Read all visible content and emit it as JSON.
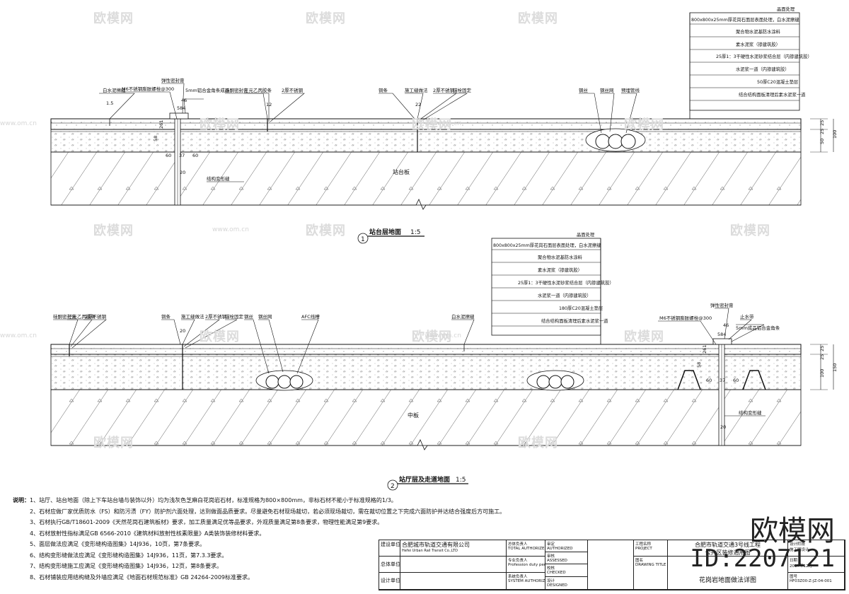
{
  "watermark": {
    "text": "欧模网",
    "site": "www.om.cn"
  },
  "brand": {
    "name": "欧模网",
    "id": "ID:2207121"
  },
  "section1": {
    "title_num": "1",
    "title": "站台层地面",
    "scale": "1:5",
    "slab_label": "站台板",
    "leader_labels": {
      "stone_edge": "白水泥擦缝",
      "expansion_screw": "M6不锈钢膨胀螺栓@300",
      "elastic_sealant": "弹性密封膏",
      "al_strip": "5mm铝合金角条成品",
      "slot_filler": "硅酮密封膏",
      "eva_board": "三元乙丙胶条",
      "ss2": "2厚不锈钢",
      "brass_strip": "铜条",
      "strip_joint": "施工缝做法",
      "ss2b": "2厚不锈钢",
      "plate": "锚栓固定",
      "rebar": "钢丝",
      "mesh": "钢丝网",
      "pipe": "预埋管线",
      "struct_joint": "结构变形缝"
    },
    "dims": {
      "slope": "1.5",
      "d46": "46",
      "d584": "584",
      "d58": "58",
      "d261": "261",
      "d22": "22",
      "d60a": "60",
      "d37": "37",
      "d60b": "60",
      "d20": "20",
      "d12": "12",
      "d25a": "25",
      "d25b": "25",
      "d100": "100",
      "d50": "50"
    },
    "legend": [
      "晶面处理",
      "800x800x25mm厚花岗石面层表面处理，白水泥擦缝",
      "聚合物水泥基防水涂料",
      "素水泥浆（掺建筑胶）",
      "25厚1：3干硬性水泥砂浆结合层（内掺建筑胶）",
      "水泥浆一道（内掺建筑胶）",
      "50厚C20混凝土垫层",
      "结合结构面板清理后素水泥浆一道"
    ]
  },
  "section2": {
    "title_num": "2",
    "title": "站厅层及走道地面",
    "scale": "1:5",
    "slab_label": "中板",
    "leader_labels": {
      "slot_filler": "硅酮密封膏",
      "eva_board": "三元乙丙胶条",
      "ss2": "2厚不锈钢",
      "brass_strip": "铜条",
      "strip_joint": "施工缝做法",
      "ss2b": "2厚不锈钢",
      "plate": "锚栓固定",
      "rebar": "钢丝",
      "mesh": "钢丝网",
      "afc": "AFC线槽",
      "stone_edge": "白水泥擦缝",
      "expansion_screw": "M6不锈钢膨胀螺栓@300",
      "elastic_sealant": "弹性密封膏",
      "water_stop": "止水带",
      "al_strip": "5mm成品铝合金角条",
      "struct_joint": "结构变形缝"
    },
    "dims": {
      "d20": "20",
      "d46": "46",
      "d584": "584",
      "d58": "58",
      "d261": "261",
      "d60a": "60",
      "d37": "37",
      "d60b": "60",
      "d20b": "20",
      "d25a": "25",
      "d25b": "25",
      "d100": "100",
      "d150": "150"
    },
    "legend": [
      "晶面处理",
      "800x800x25mm厚花岗石面层表面处理，白水泥擦缝",
      "聚合物水泥基防水涂料",
      "素水泥浆（掺建筑胶）",
      "25厚1：3干硬性水泥砂浆结合层（内掺建筑胶）",
      "水泥浆一道（内掺建筑胶）",
      "180厚C20混凝土垫层",
      "结合结构面板清理后素水泥浆一道"
    ]
  },
  "notes": {
    "lead": "说明：",
    "items": [
      "1、站厅、站台地面（除上下车站台墙与装饰以外）均为浅灰色芝麻白花岗岩石材，标准规格为800×800mm，非标石材不能小于标准规格的1/3。",
      "2、石材应做厂家优质防水（FS）和防污渍（FY）防护剂六面处理，达到做面品质要求。尽量避免石材现场裁切，若必须现场裁切，需在裁切位置之下完成六面防护并达结合强度后方可施工。",
      "3、石材执行GB/T18601-2009《天然花岗石建筑板材》要求，加工质量满足优等品要求，外观质量满足第8条要求，物理性能满足第9要求。",
      "4、石材放射性指标满足GB 6566-2010《建筑材料放射性核素限量》A类装饰装修材料要求。",
      "5、面层做法应满足《变形缝构造图集》14J936，10页，第7条要求。",
      "6、结构变形缝做法应满足《变形缝构造图集》14J936，11页，第7.3.3要求。",
      "7、结构变形缝施工应满足《变形缝构造图集》14J936，12页，第8条要求。",
      "8、石材铺装应用结构缝及外墙应满足《地面石材规范标准》GB 24264-2009标准要求。"
    ]
  },
  "title_block": {
    "client_label": "建设单位",
    "client_name": "合肥城市轨道交通有限公司",
    "client_name_en": "Hefei Urban Rail Transit Co.,LTD",
    "general_label": "总体单位",
    "design_label": "设计单位",
    "role1": "总体负责人",
    "role1_en": "TOTAL AUTHORIZED",
    "role2": "专业负责人",
    "role2_en": "Profession duty person",
    "role3": "系统负责人",
    "role3_en": "SYSTEM AUTHORIZED",
    "sign1": "审定",
    "sign1_en": "AUTHORIZED",
    "sign2": "审核",
    "sign2_en": "ASSESSED",
    "sign3": "校核",
    "sign3_en": "CHECKED",
    "sign4": "设计",
    "sign4_en": "DESIGNED",
    "project_label": "工程名称",
    "project_label_en": "PROJECT",
    "project_name": "合肥市轨道交通3号线工程",
    "sub_project": "公共区装修通用图",
    "drawing_title_label": "图名",
    "drawing_title_label_en": "DRAWING TITLE",
    "drawing_title": "花岗岩地面做法详图",
    "stage_label": "设计阶段",
    "stage": "施工图设计",
    "date_label": "日期",
    "date": "2017年12月",
    "drawing_no_label": "图号",
    "drawing_no": "HF03Z00-Z-JZ-04-001"
  }
}
